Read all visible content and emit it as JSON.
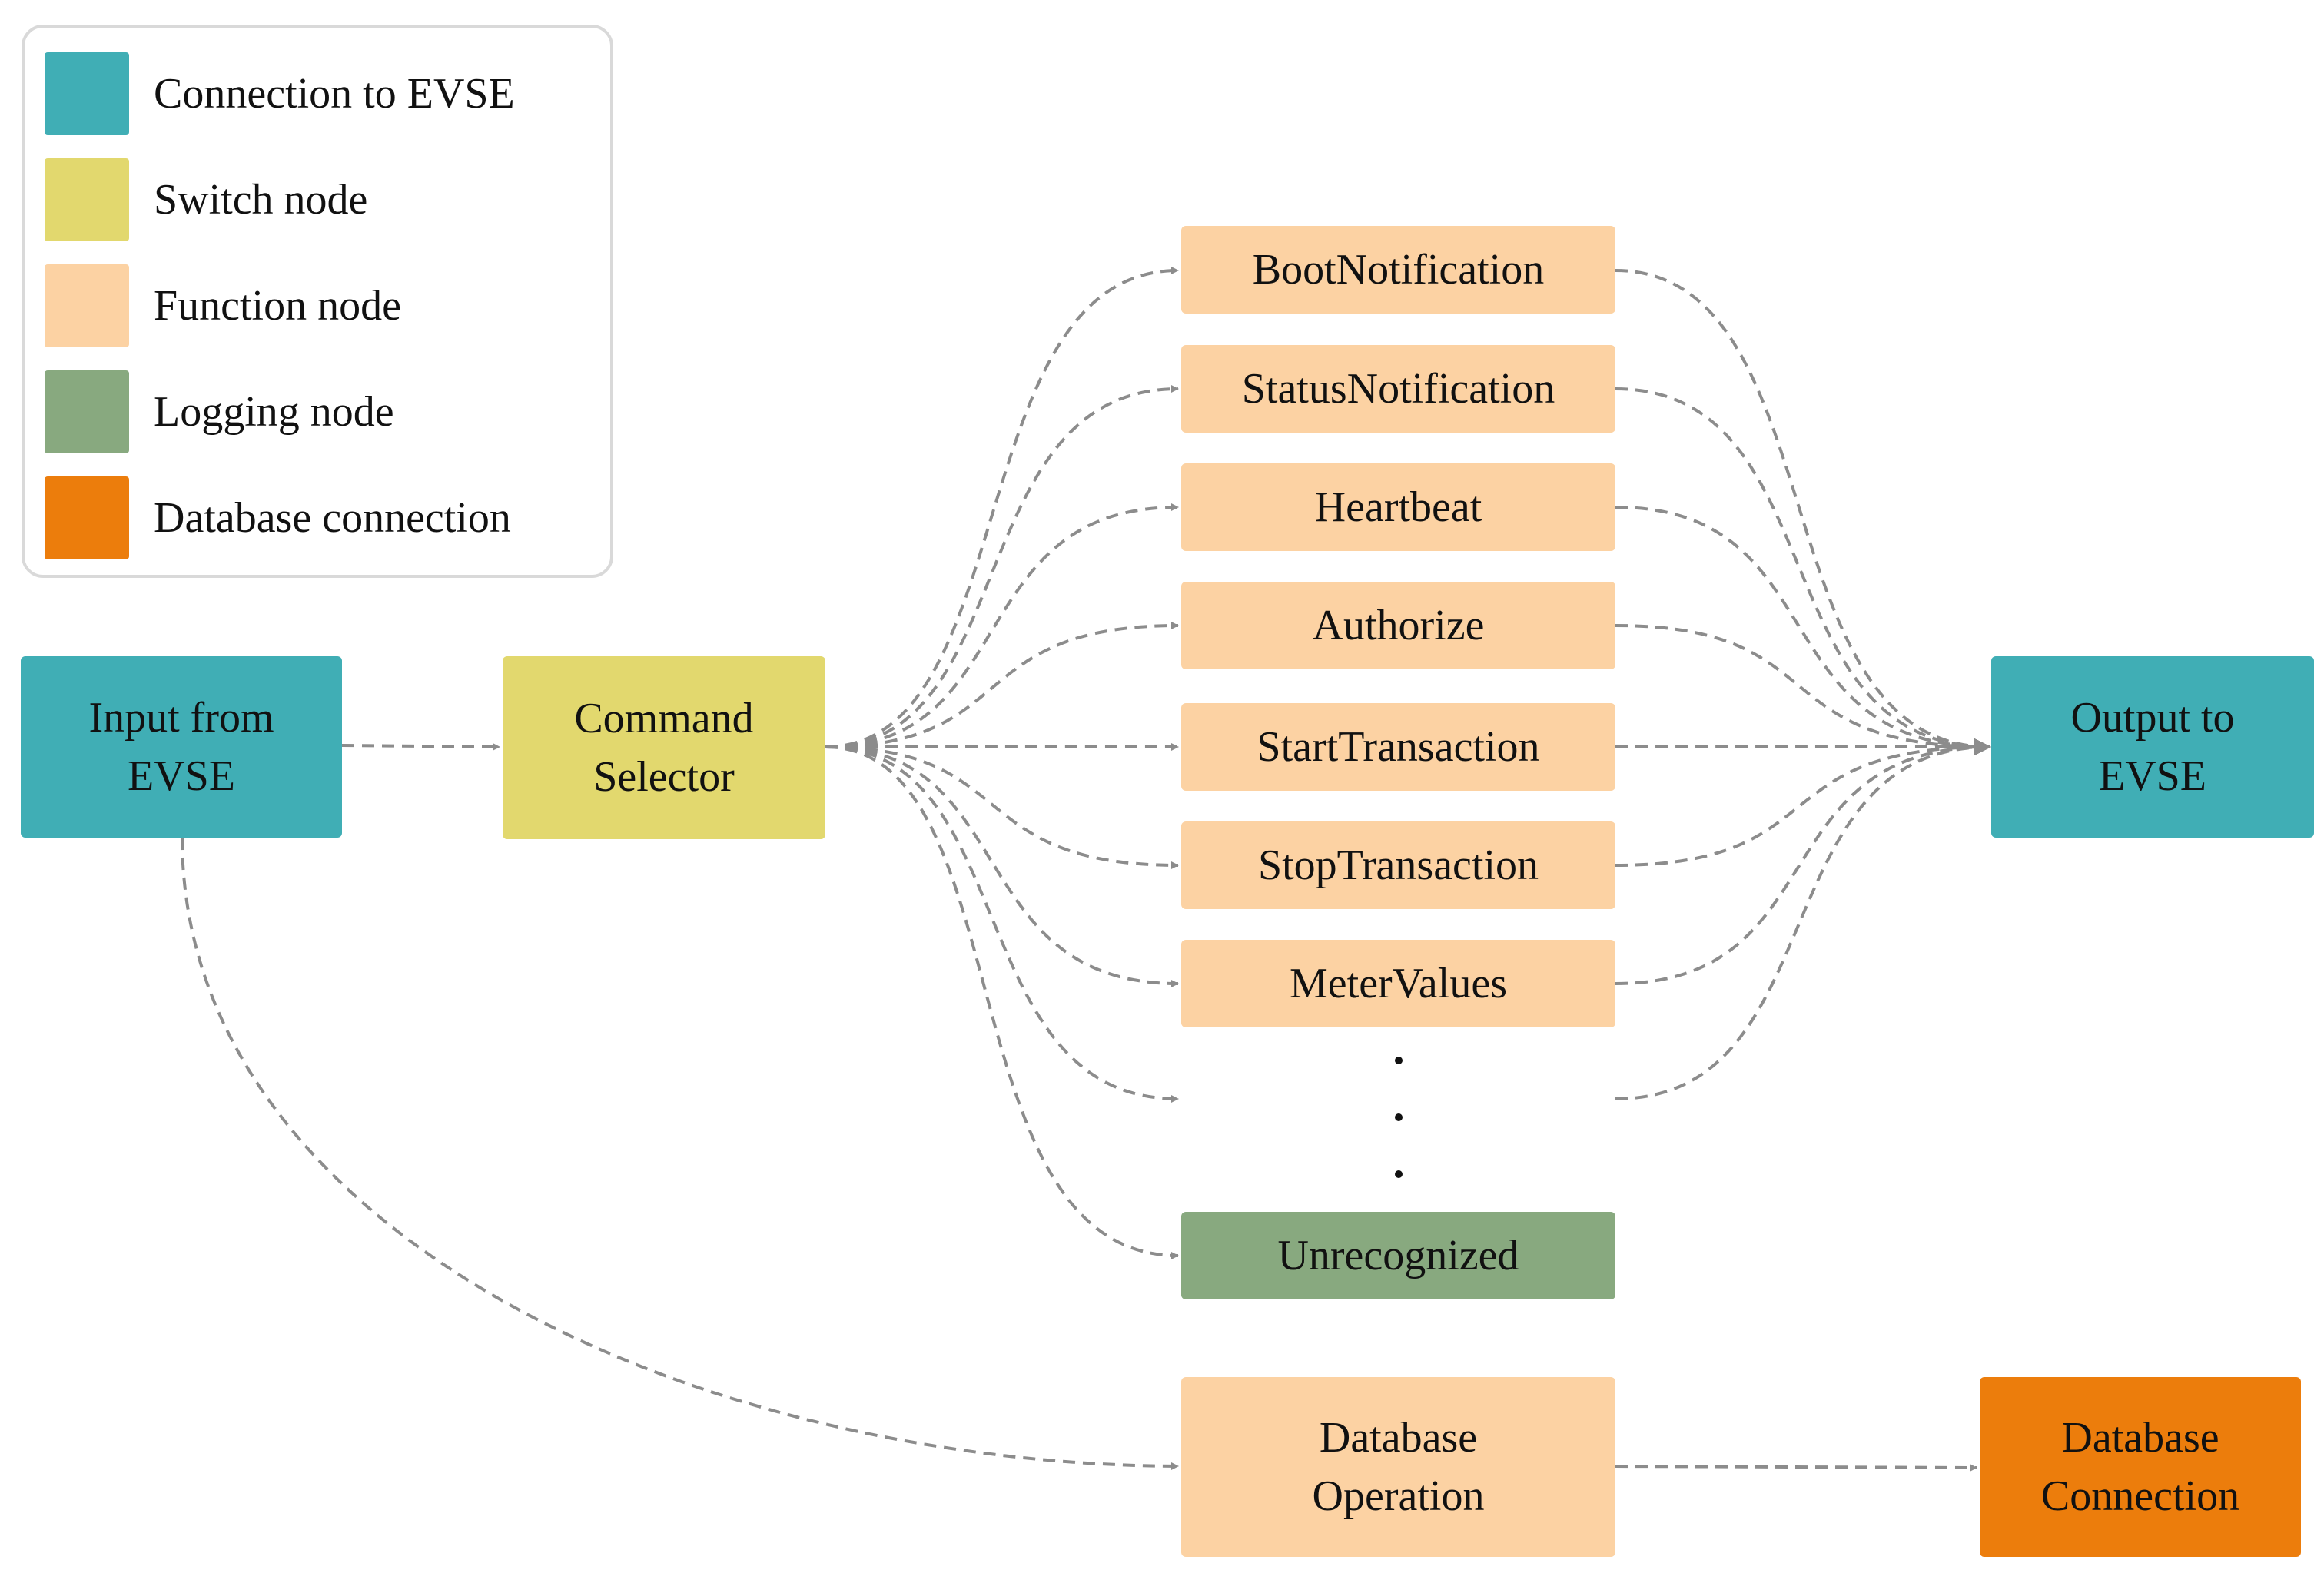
{
  "colors": {
    "connection": "#40AEB5",
    "switch": "#E2D86E",
    "function": "#FCD2A3",
    "logging": "#88A97F",
    "database": "#EC7D0C",
    "edge": "#8c8c8c"
  },
  "legend": [
    {
      "label": "Connection to EVSE",
      "color_key": "connection"
    },
    {
      "label": "Switch node",
      "color_key": "switch"
    },
    {
      "label": "Function node",
      "color_key": "function"
    },
    {
      "label": "Logging node",
      "color_key": "logging"
    },
    {
      "label": "Database connection",
      "color_key": "database"
    }
  ],
  "nodes": {
    "input": {
      "label": "Input from\nEVSE",
      "type": "connection"
    },
    "selector": {
      "label": "Command\nSelector",
      "type": "switch"
    },
    "output": {
      "label": "Output to\nEVSE",
      "type": "connection"
    },
    "boot": {
      "label": "BootNotification",
      "type": "function"
    },
    "status": {
      "label": "StatusNotification",
      "type": "function"
    },
    "heartbeat": {
      "label": "Heartbeat",
      "type": "function"
    },
    "authorize": {
      "label": "Authorize",
      "type": "function"
    },
    "start": {
      "label": "StartTransaction",
      "type": "function"
    },
    "stop": {
      "label": "StopTransaction",
      "type": "function"
    },
    "meter": {
      "label": "MeterValues",
      "type": "function"
    },
    "unrecognized": {
      "label": "Unrecognized",
      "type": "logging"
    },
    "dbop": {
      "label": "Database\nOperation",
      "type": "function"
    },
    "dbconn": {
      "label": "Database\nConnection",
      "type": "database"
    }
  },
  "ellipsis": "⋮"
}
